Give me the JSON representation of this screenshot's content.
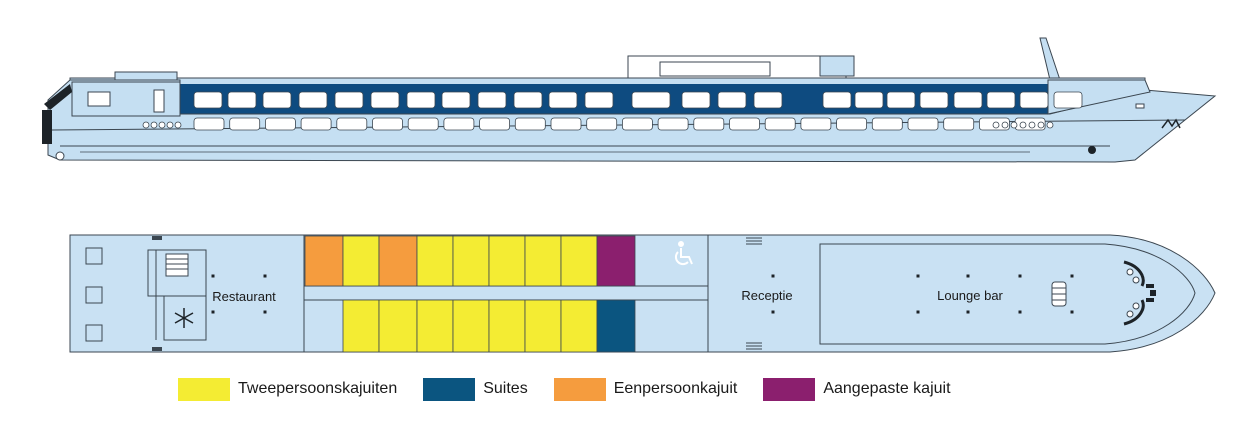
{
  "rooms": {
    "restaurant": "Restaurant",
    "reception": "Receptie",
    "lounge": "Lounge bar"
  },
  "legend": [
    {
      "label": "Tweepersoonskajuiten",
      "color": "#f4ec33"
    },
    {
      "label": "Suites",
      "color": "#0b5580"
    },
    {
      "label": "Eenpersoonkajuit",
      "color": "#f59c3e"
    },
    {
      "label": "Aangepaste kajuit",
      "color": "#8b1f6e"
    }
  ],
  "colors": {
    "hull": "#c5dff2",
    "outline": "#3b4650",
    "window_band": "#0e4b80",
    "deck": "#c9e1f3"
  },
  "icons": {
    "accessible": "wheelchair-icon",
    "cold_storage": "snowflake-icon",
    "stairs": "staircase-icon",
    "helm": "helm-icon"
  }
}
